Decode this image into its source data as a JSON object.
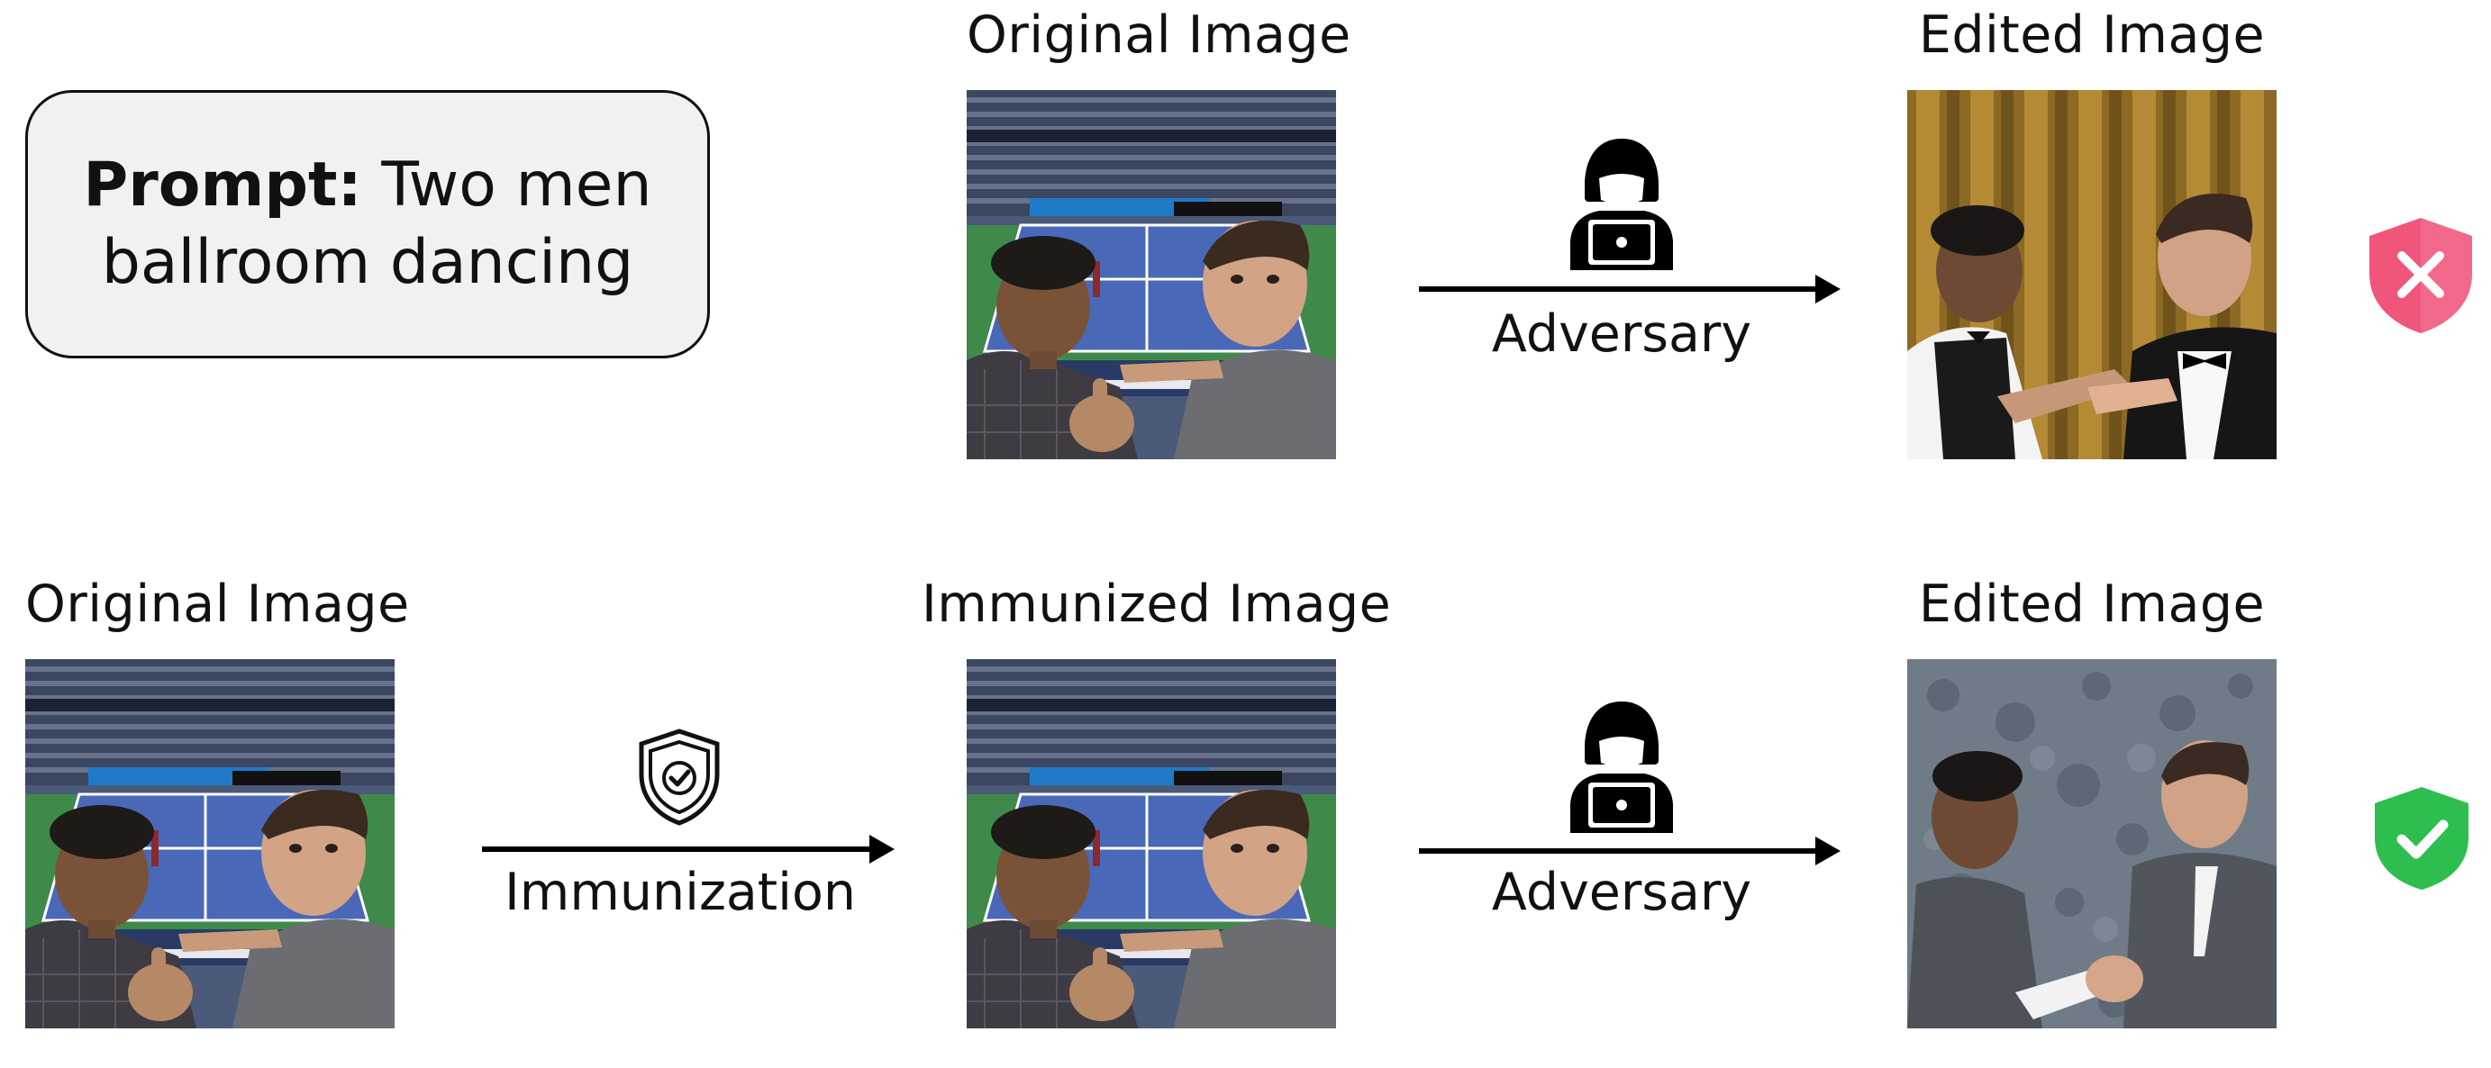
{
  "prompt": {
    "label": "Prompt:",
    "text_line1": "Two men",
    "text_line2": "ballroom dancing"
  },
  "row1": {
    "original_title": "Original Image",
    "edited_title": "Edited Image",
    "arrow_label": "Adversary",
    "adversary_icon": "hacker-laptop-icon",
    "result_icon": "shield-x-icon"
  },
  "row2": {
    "original_title": "Original Image",
    "immunized_title": "Immunized Image",
    "edited_title": "Edited Image",
    "immunization_label": "Immunization",
    "immunization_icon": "shield-check-outline-icon",
    "arrow_label": "Adversary",
    "adversary_icon": "hacker-laptop-icon",
    "result_icon": "shield-check-icon"
  },
  "colors": {
    "fail": "#f0567a",
    "success": "#2ebd4f",
    "box_fill": "#f1f1f1"
  }
}
